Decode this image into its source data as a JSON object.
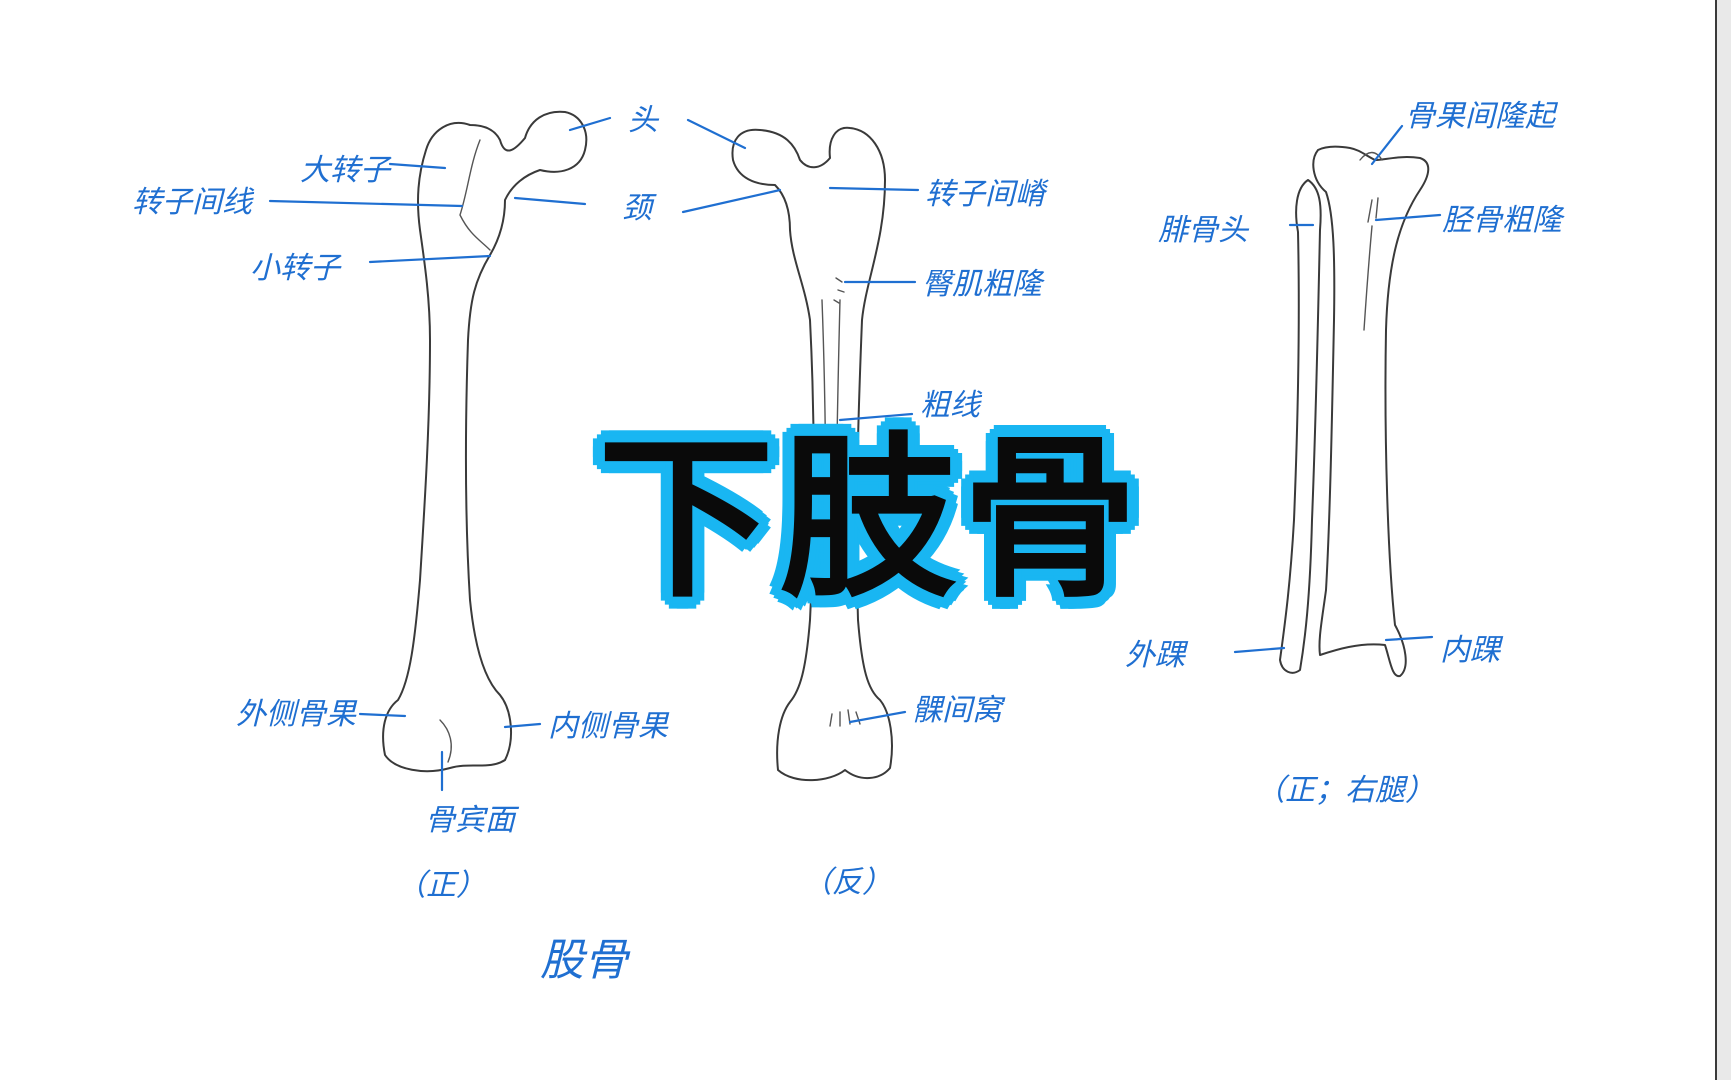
{
  "title": "下肢骨",
  "colors": {
    "annotation": "#1f6fd1",
    "title_outline": "#19b6f2",
    "title_fill": "#0a0a0a",
    "bone_outline": "#3a3a3a"
  },
  "femur_front": {
    "labels": {
      "head": "头",
      "neck": "颈",
      "greater_trochanter": "大转子",
      "intertrochanteric_line": "转子间线",
      "lesser_trochanter": "小转子",
      "lateral_condyle": "外侧骨果",
      "medial_condyle": "内侧骨果",
      "patellar_surface": "骨宾面"
    },
    "caption": "（正）"
  },
  "femur_back": {
    "labels": {
      "intertrochanteric_crest": "转子间嵴",
      "gluteal_tuberosity": "臀肌粗隆",
      "linea_aspera": "粗线",
      "intercondylar_fossa": "髁间窝"
    },
    "caption": "（反）"
  },
  "femur_name": "股骨",
  "tibia_fibula": {
    "labels": {
      "intercondylar_eminence": "骨果间隆起",
      "fibular_head": "腓骨头",
      "tibial_tuberosity": "胫骨粗隆",
      "lateral_malleolus": "外踝",
      "medial_malleolus": "内踝"
    },
    "caption": "（正；右腿）"
  }
}
